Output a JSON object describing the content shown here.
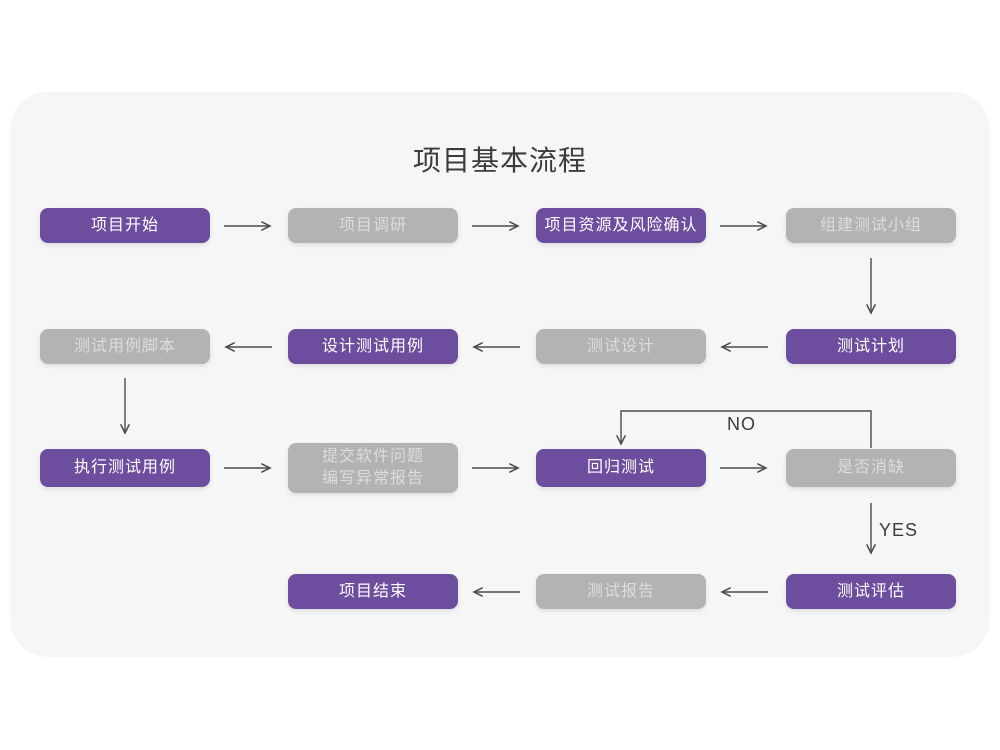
{
  "title": "项目基本流程",
  "colors": {
    "purple_node": "#6c4d9e",
    "gray_node": "#b4b3b4",
    "purple_node_text": "#ffffff",
    "gray_node_text": "#dcdcdb",
    "arrow": "#4c4c50",
    "card_background": "#f6f6f7",
    "page_background": "#ffffff",
    "title_text": "#3e3a39"
  },
  "nodes": [
    {
      "label": "项目开始",
      "type": "purple"
    },
    {
      "label": "项目调研",
      "type": "gray"
    },
    {
      "label": "项目资源及风险确认",
      "type": "purple"
    },
    {
      "label": "组建测试小组",
      "type": "gray"
    },
    {
      "label": "测试计划",
      "type": "purple"
    },
    {
      "label": "测试设计",
      "type": "gray"
    },
    {
      "label": "设计测试用例",
      "type": "purple"
    },
    {
      "label": "测试用例脚本",
      "type": "gray"
    },
    {
      "label": "执行测试用例",
      "type": "purple"
    },
    {
      "label_line1": "提交软件问题",
      "label_line2": "编写异常报告",
      "type": "gray"
    },
    {
      "label": "回归测试",
      "type": "purple"
    },
    {
      "label": "是否消缺",
      "type": "gray"
    },
    {
      "label": "测试评估",
      "type": "purple"
    },
    {
      "label": "测试报告",
      "type": "gray"
    },
    {
      "label": "项目结束",
      "type": "purple"
    }
  ],
  "edge_labels": {
    "no": "NO",
    "yes": "YES"
  }
}
